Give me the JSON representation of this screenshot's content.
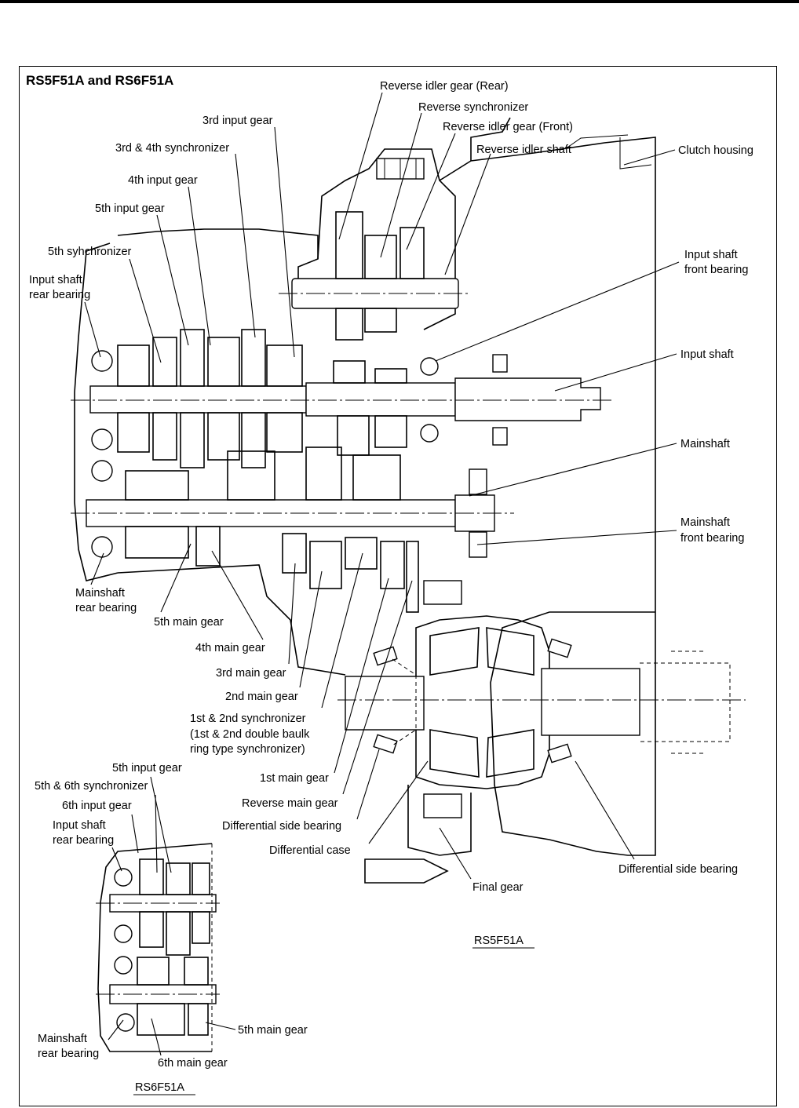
{
  "title": "RS5F51A and RS6F51A",
  "main_label": "RS5F51A",
  "inset_label": "RS6F51A",
  "labels": {
    "reverse_idler_gear_rear": "Reverse idler gear (Rear)",
    "reverse_synchronizer": "Reverse synchronizer",
    "reverse_idler_gear_front": "Reverse idler gear (Front)",
    "reverse_idler_shaft": "Reverse idler shaft",
    "clutch_housing": "Clutch housing",
    "third_input_gear": "3rd input gear",
    "third_fourth_synchronizer": "3rd & 4th synchronizer",
    "fourth_input_gear": "4th input gear",
    "fifth_input_gear": "5th input gear",
    "fifth_synchronizer": "5th syhchronizer",
    "input_shaft_rear_bearing_1": "Input shaft",
    "input_shaft_rear_bearing_2": "rear bearing",
    "input_shaft_front_bearing_1": "Input shaft",
    "input_shaft_front_bearing_2": "front bearing",
    "input_shaft": "Input shaft",
    "mainshaft": "Mainshaft",
    "mainshaft_front_bearing_1": "Mainshaft",
    "mainshaft_front_bearing_2": "front bearing",
    "mainshaft_rear_bearing_1": "Mainshaft",
    "mainshaft_rear_bearing_2": "rear bearing",
    "fifth_main_gear": "5th main gear",
    "fourth_main_gear": "4th main gear",
    "third_main_gear": "3rd main gear",
    "second_main_gear": "2nd main gear",
    "first_second_sync_1": "1st & 2nd synchronizer",
    "first_second_sync_2": "(1st & 2nd double baulk",
    "first_second_sync_3": "ring type synchronizer)",
    "first_main_gear": "1st main gear",
    "reverse_main_gear": "Reverse main gear",
    "differential_side_bearing_left": "Differential side bearing",
    "differential_case": "Differential case",
    "final_gear": "Final gear",
    "differential_side_bearing_right": "Differential side bearing"
  },
  "inset_labels": {
    "fifth_input_gear": "5th input gear",
    "fifth_sixth_synchronizer": "5th & 6th synchronizer",
    "sixth_input_gear": "6th input gear",
    "input_shaft_rear_bearing_1": "Input shaft",
    "input_shaft_rear_bearing_2": "rear bearing",
    "mainshaft_rear_bearing_1": "Mainshaft",
    "mainshaft_rear_bearing_2": "rear bearing",
    "fifth_main_gear": "5th main gear",
    "sixth_main_gear": "6th main gear"
  }
}
